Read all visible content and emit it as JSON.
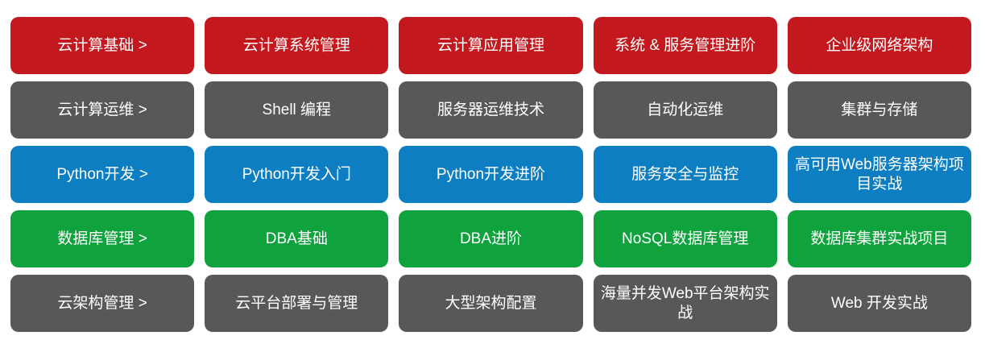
{
  "colors": {
    "red": "#C3181D",
    "gray": "#595757",
    "blue": "#0D7EC2",
    "green": "#0FA23D",
    "text": "#FFFFFF",
    "background": "#FFFFFF"
  },
  "grid": {
    "rows": [
      {
        "name": "cloud-computing-basics-track",
        "color": "#C3181D",
        "items": [
          "云计算基础 >",
          "云计算系统管理",
          "云计算应用管理",
          "系统 & 服务管理进阶",
          "企业级网络架构"
        ]
      },
      {
        "name": "cloud-computing-ops-track",
        "color": "#595757",
        "items": [
          "云计算运维 >",
          "Shell 编程",
          "服务器运维技术",
          "自动化运维",
          "集群与存储"
        ]
      },
      {
        "name": "python-development-track",
        "color": "#0D7EC2",
        "items": [
          "Python开发 >",
          "Python开发入门",
          "Python开发进阶",
          "服务安全与监控",
          "高可用Web服务器架构项目实战"
        ]
      },
      {
        "name": "database-management-track",
        "color": "#0FA23D",
        "items": [
          "数据库管理 >",
          "DBA基础",
          "DBA进阶",
          "NoSQL数据库管理",
          "数据库集群实战项目"
        ]
      },
      {
        "name": "cloud-architecture-track",
        "color": "#595757",
        "items": [
          "云架构管理 >",
          "云平台部署与管理",
          "大型架构配置",
          "海量并发Web平台架构实战",
          "Web 开发实战"
        ]
      }
    ]
  }
}
